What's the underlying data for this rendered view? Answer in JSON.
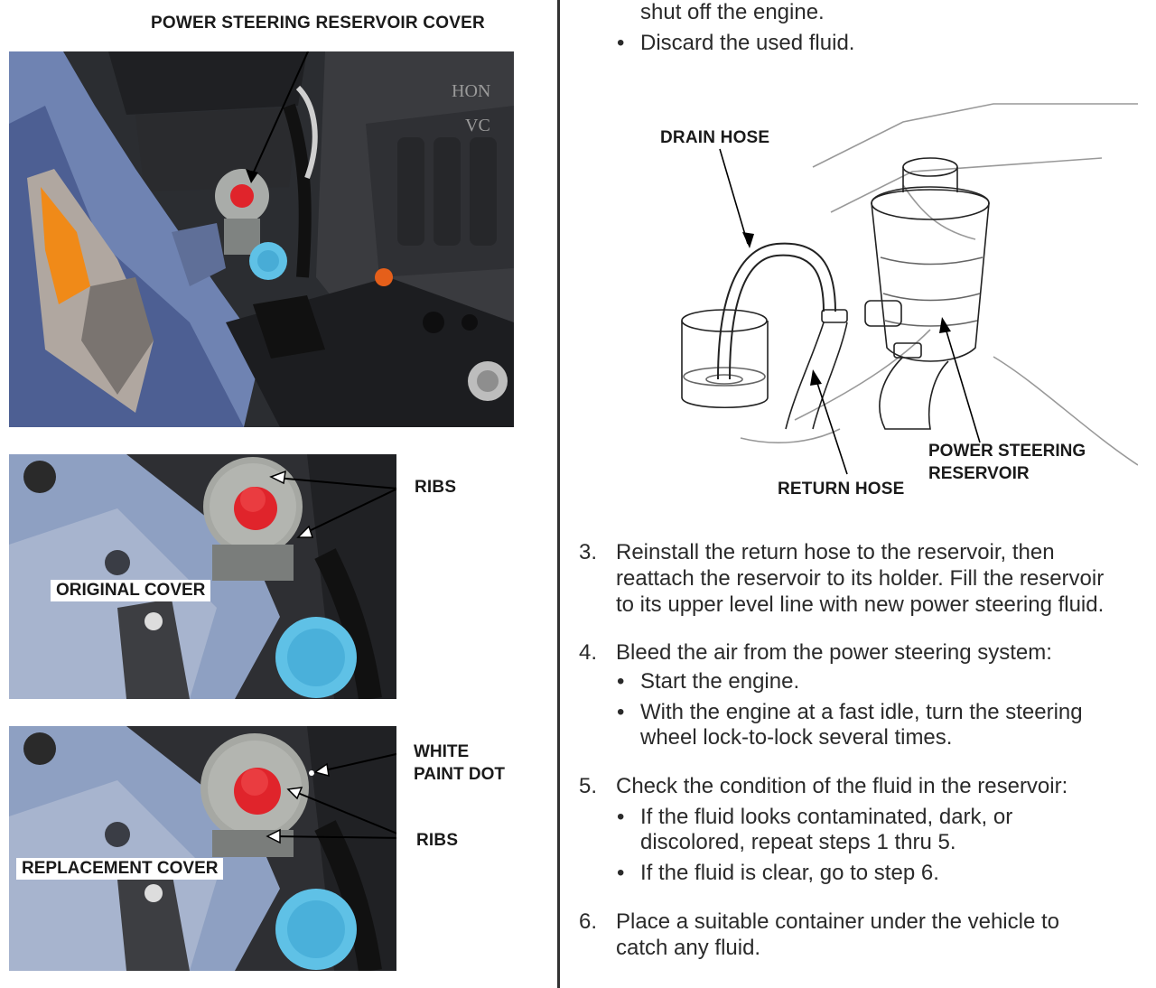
{
  "left": {
    "top_photo": {
      "title": "POWER STEERING RESERVOIR COVER"
    },
    "mid_photo": {
      "ribs_label": "RIBS",
      "cover_label": "ORIGINAL COVER"
    },
    "bottom_photo": {
      "paint_label": "WHITE\nPAINT DOT",
      "ribs_label": "RIBS",
      "cover_label": "REPLACEMENT COVER"
    }
  },
  "right": {
    "intro_lines": [
      "shut off the engine."
    ],
    "intro_bullets": [
      "Discard the used fluid."
    ],
    "diagram": {
      "drain_hose": "DRAIN HOSE",
      "return_hose": "RETURN HOSE",
      "reservoir": "POWER STEERING\nRESERVOIR"
    },
    "steps": [
      {
        "num": "3.",
        "lines": [
          "Reinstall the return hose to the reservoir, then",
          "reattach the reservoir to its holder. Fill the reservoir",
          "to its upper level line with new power steering fluid."
        ]
      },
      {
        "num": "4.",
        "lines": [
          "Bleed the air from the power steering system:"
        ],
        "bullets": [
          [
            "Start the engine."
          ],
          [
            "With the engine at a fast idle, turn the steering",
            "wheel lock-to-lock several times."
          ]
        ]
      },
      {
        "num": "5.",
        "lines": [
          "Check the condition of the fluid in the reservoir:"
        ],
        "bullets": [
          [
            "If the fluid looks contaminated, dark, or",
            "discolored, repeat steps 1 thru 5."
          ],
          [
            "If the fluid is clear, go to step 6."
          ]
        ]
      },
      {
        "num": "6.",
        "lines": [
          "Place a suitable container under the vehicle to",
          "catch any fluid."
        ]
      }
    ]
  },
  "colors": {
    "cap_red": "#e0242b",
    "washer_blue": "#5fc1e6",
    "body_blue": "#4d5f93"
  }
}
